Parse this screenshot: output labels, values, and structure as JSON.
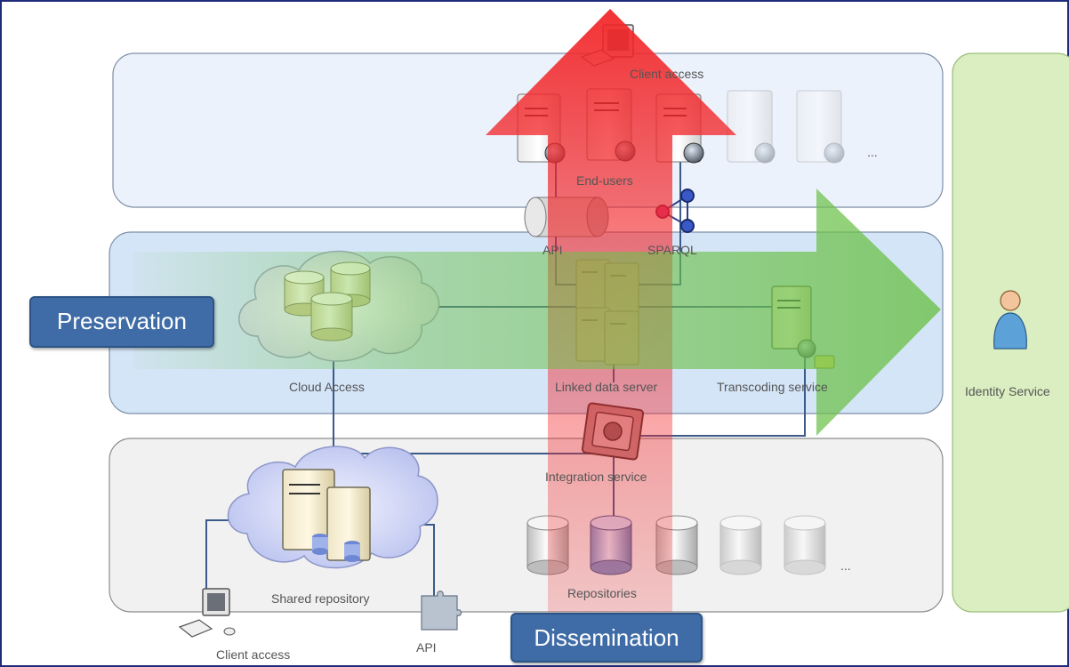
{
  "labels": {
    "client_access_top": "Client access",
    "end_users": "End-users",
    "api_top": "API",
    "sparql": "SPARQL",
    "cloud_access": "Cloud Access",
    "linked_data_server": "Linked data server",
    "transcoding_service": "Transcoding service",
    "identity_service": "Identity Service",
    "integration_service": "Integration service",
    "shared_repository": "Shared repository",
    "repositories": "Repositories",
    "client_access_bottom": "Client access",
    "api_bottom": "API",
    "ellipsis_top": "...",
    "ellipsis_bottom": "..."
  },
  "tags": {
    "preservation": "Preservation",
    "dissemination": "Dissemination"
  },
  "colors": {
    "frame_border": "#1f2a7a",
    "top_band": "#ebf2fc",
    "middle_band": "#d5e5f8",
    "bottom_band": "#f1f1f1",
    "identity_panel": "#daeec1",
    "tag_fill": "#3f6ca6",
    "preservation_arrow": "#6cc14a",
    "dissemination_arrow": "#f2272a",
    "connector": "#3b5a8a"
  }
}
